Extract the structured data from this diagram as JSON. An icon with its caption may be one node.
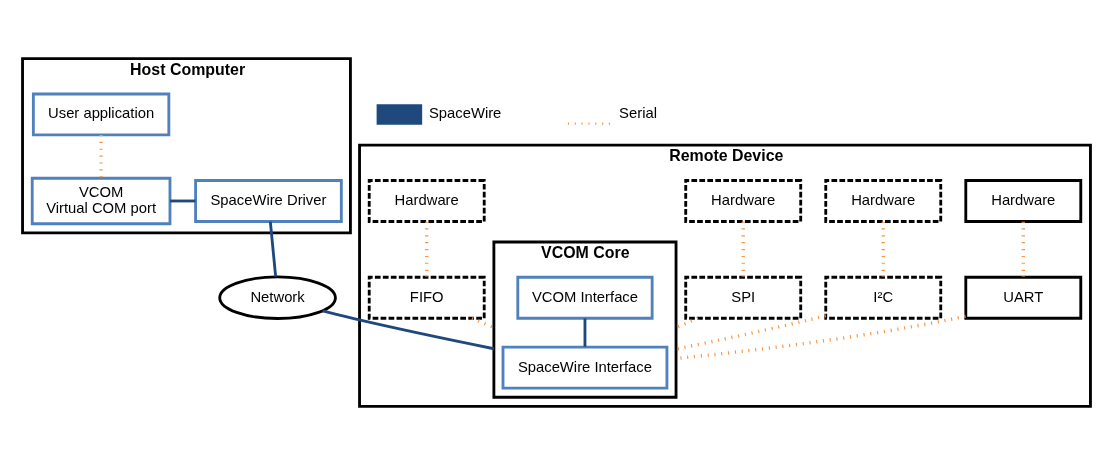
{
  "diagram": {
    "nodes": [
      {
        "text": [
          "Host Computer"
        ]
      },
      {
        "text": [
          "User application"
        ],
        "in": 0
      },
      {
        "text": [
          "VCOM",
          "Virtual COM port"
        ],
        "in": 0
      },
      {
        "text": [
          "SpaceWire Driver"
        ],
        "in": 0
      },
      {
        "text": [
          "Network"
        ]
      },
      {
        "text": [
          "Remote Device"
        ]
      },
      {
        "text": [
          "Hardware"
        ],
        "in": 5
      },
      {
        "text": [
          "Hardware"
        ],
        "in": 5
      },
      {
        "text": [
          "Hardware"
        ],
        "in": 5
      },
      {
        "text": [
          "Hardware"
        ],
        "in": 5
      },
      {
        "text": [
          "UART"
        ],
        "in": 5
      },
      {
        "text": [
          "I²C"
        ],
        "in": 5
      },
      {
        "text": [
          "SPI"
        ],
        "in": 5
      },
      {
        "text": [
          "FIFO"
        ],
        "in": 5
      },
      {
        "text": [
          "VCOM Core"
        ],
        "in": 5
      },
      {
        "text": [
          "VCOM Interface"
        ],
        "in": 14
      },
      {
        "text": [
          "SpaceWire Interface"
        ],
        "in": 14
      }
    ],
    "edges": [
      {
        "from": 1,
        "to": 2,
        "arrow": "none",
        "style": "dashed"
      },
      {
        "from": 2,
        "to": 3,
        "arrow": "none",
        "color": "#1f497d"
      },
      {
        "from": 3,
        "to": 4,
        "arrow": "none",
        "color": "#1f497d"
      },
      {
        "from": 4,
        "to": 14,
        "arrow": "none",
        "color": "#1f497d"
      },
      {
        "from": 15,
        "to": 16,
        "arrow": "none",
        "color": "#1f497d"
      },
      {
        "from": 6,
        "to": 10,
        "arrow": "none",
        "style": "dashed"
      },
      {
        "from": 7,
        "to": 11,
        "arrow": "none",
        "style": "dashed"
      },
      {
        "from": 8,
        "to": 12,
        "arrow": "none",
        "style": "dashed"
      },
      {
        "from": 9,
        "to": 13,
        "arrow": "none",
        "style": "dashed"
      },
      {
        "from": 10,
        "to": 14,
        "arrow": "none",
        "style": "dashed"
      },
      {
        "from": 11,
        "to": 14,
        "arrow": "none",
        "style": "dashed"
      },
      {
        "from": 12,
        "to": 14,
        "arrow": "none",
        "style": "dashed"
      },
      {
        "from": 13,
        "to": 14,
        "arrow": "none",
        "style": "dashed"
      }
    ],
    "legend": [
      {
        "text": "SpaceWire"
      },
      {
        "text": "Serial"
      }
    ]
  }
}
